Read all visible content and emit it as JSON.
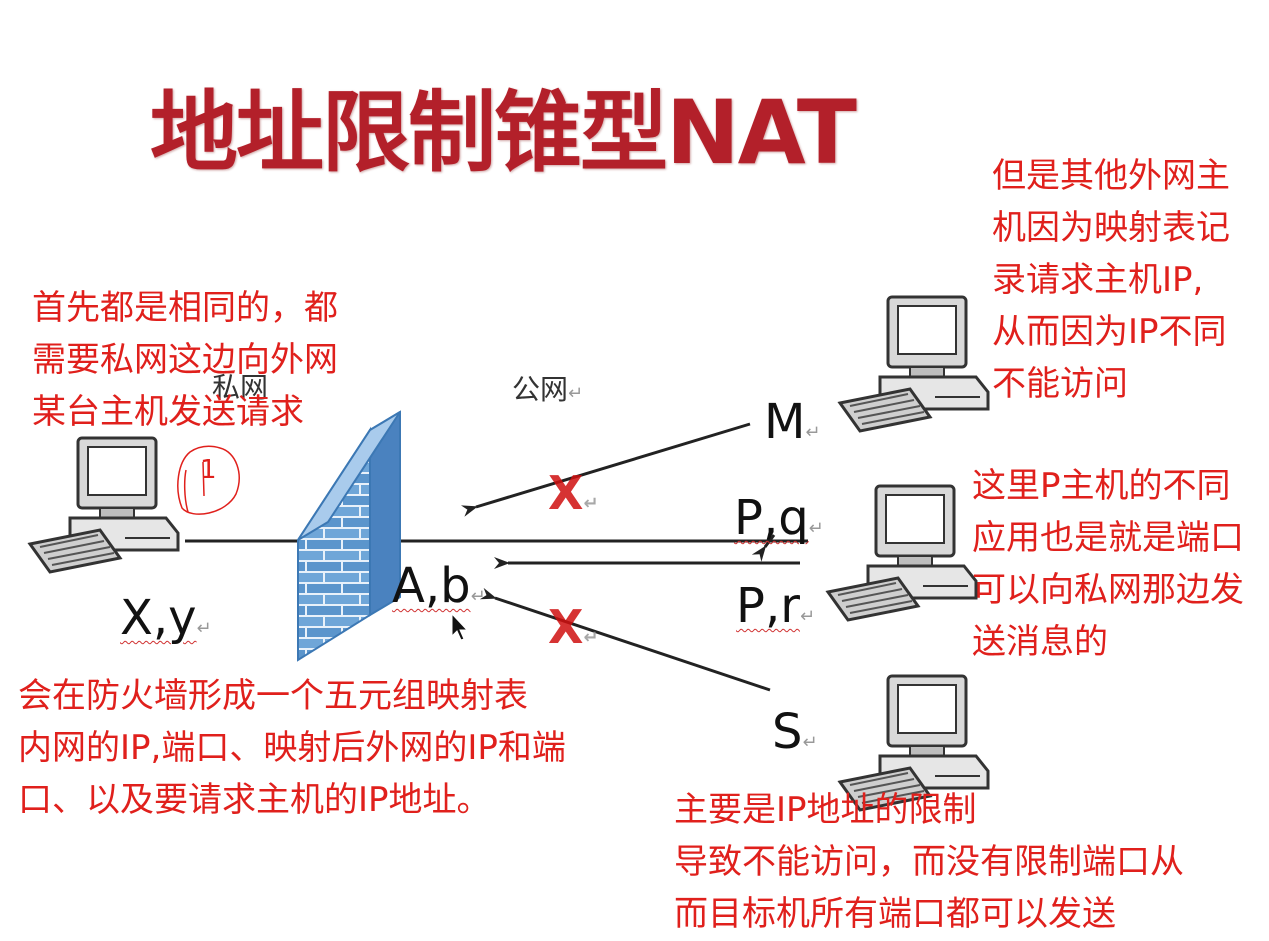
{
  "title": "地址限制锥型NAT",
  "labels": {
    "private_net": "私网",
    "public_net": "公网",
    "inner_host": "X,y",
    "nat_addr": "A,b",
    "host_m": "M",
    "host_pq": "P,q",
    "host_pr": "P,r",
    "host_s": "S",
    "blocked_1": "X",
    "blocked_2": "X",
    "return_mark": "↵"
  },
  "notes": {
    "top_left": [
      "首先都是相同的，都",
      "需要私网这边向外网",
      "某台主机发送请求"
    ],
    "top_right": [
      "但是其他外网主",
      "机因为映射表记",
      "录请求主机IP,",
      "从而因为IP不同",
      "不能访问"
    ],
    "middle_right": [
      "这里P主机的不同",
      "应用也是就是端口",
      "可以向私网那边发",
      "送消息的"
    ],
    "bottom_left": [
      "会在防火墙形成一个五元组映射表",
      "内网的IP,端口、映射后外网的IP和端",
      "口、以及要请求主机的IP地址。"
    ],
    "bottom_right": [
      "主要是IP地址的限制",
      "导致不能访问，而没有限制端口从",
      "而目标机所有端口都可以发送"
    ],
    "handwritten_mark": "1"
  },
  "colors": {
    "title": "#b3202a",
    "annotation": "#e0201c",
    "firewall_brick": "#6fa6d8",
    "firewall_mortar": "#e8f1fa",
    "blocked_mark": "#d01010"
  },
  "icons": [
    "computer-icon",
    "firewall-icon",
    "cursor-icon"
  ]
}
